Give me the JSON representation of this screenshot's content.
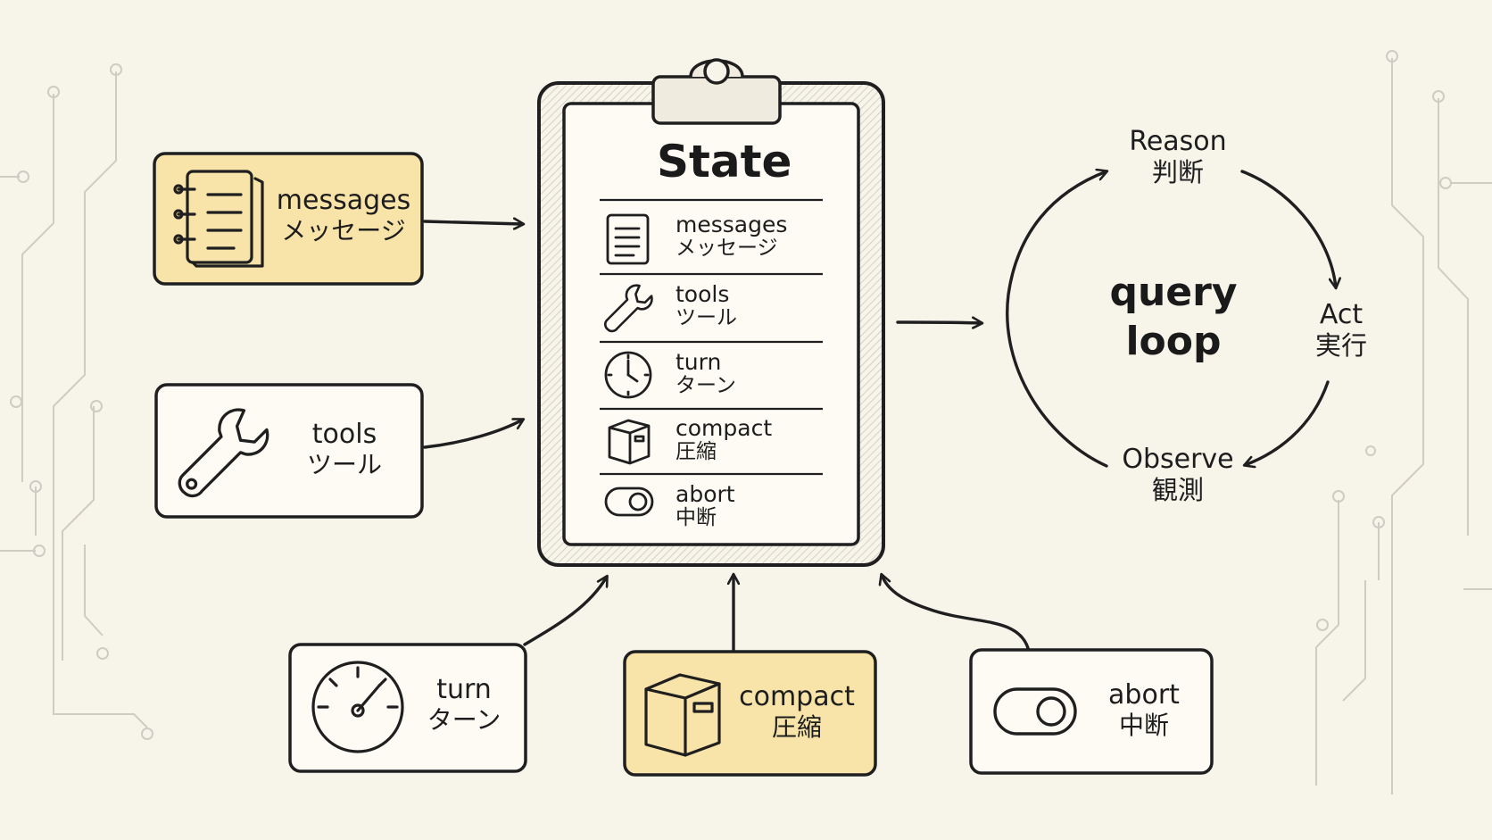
{
  "colors": {
    "background": "#f7f4ea",
    "ink": "#1f1f1f",
    "highlight": "#f8e3a8",
    "card": "#fdfbf4",
    "circuit": "#c9c6bd"
  },
  "clipboard": {
    "title": "State",
    "rows": [
      {
        "icon": "document-icon",
        "en": "messages",
        "ja": "メッセージ"
      },
      {
        "icon": "wrench-icon",
        "en": "tools",
        "ja": "ツール"
      },
      {
        "icon": "clock-icon",
        "en": "turn",
        "ja": "ターン"
      },
      {
        "icon": "box-icon",
        "en": "compact",
        "ja": "圧縮"
      },
      {
        "icon": "toggle-icon",
        "en": "abort",
        "ja": "中断"
      }
    ]
  },
  "inputs": {
    "messages": {
      "en": "messages",
      "ja": "メッセージ",
      "icon": "notebook-icon",
      "highlight": true
    },
    "tools": {
      "en": "tools",
      "ja": "ツール",
      "icon": "wrench-icon",
      "highlight": false
    },
    "turn": {
      "en": "turn",
      "ja": "ターン",
      "icon": "gauge-icon",
      "highlight": false
    },
    "compact": {
      "en": "compact",
      "ja": "圧縮",
      "icon": "box-icon",
      "highlight": true
    },
    "abort": {
      "en": "abort",
      "ja": "中断",
      "icon": "toggle-icon",
      "highlight": false
    }
  },
  "loop": {
    "center": {
      "line1": "query",
      "line2": "loop"
    },
    "reason": {
      "en": "Reason",
      "ja": "判断"
    },
    "act": {
      "en": "Act",
      "ja": "実行"
    },
    "observe": {
      "en": "Observe",
      "ja": "観測"
    }
  }
}
